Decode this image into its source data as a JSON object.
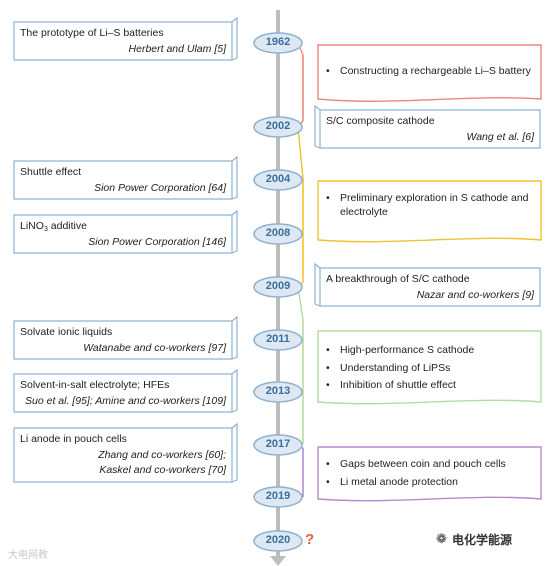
{
  "years": [
    "1962",
    "2002",
    "2004",
    "2008",
    "2009",
    "2011",
    "2013",
    "2017",
    "2019",
    "2020"
  ],
  "left_cards": [
    {
      "title": "The prototype of Li–S batteries",
      "cite": "Herbert and Ulam [5]"
    },
    {
      "title": "Shuttle effect",
      "cite": "Sion Power Corporation [64]"
    },
    {
      "title_pre": "LiNO",
      "title_sub": "3",
      "title_post": " additive",
      "cite": "Sion Power Corporation [146]"
    },
    {
      "title": "Solvate ionic liquids",
      "cite": "Watanabe and co-workers [97]"
    },
    {
      "title": "Solvent-in-salt electrolyte; HFEs",
      "cite": "Suo et al. [95]; Amine and co-workers [109]"
    },
    {
      "title": "Li anode in pouch cells",
      "cite1": "Zhang and co-workers [60];",
      "cite2": "Kaskel and co-workers [70]"
    }
  ],
  "right_cards": [
    {
      "title": "S/C composite cathode",
      "cite": "Wang et al. [6]"
    },
    {
      "title": "A breakthrough of S/C cathode",
      "cite": "Nazar and co-workers [9]"
    }
  ],
  "eras": [
    {
      "items": [
        "Constructing a rechargeable Li–S battery"
      ]
    },
    {
      "items": [
        "Preliminary exploration in S cathode and",
        "electrolyte"
      ]
    },
    {
      "items": [
        "High-performance S cathode",
        "Understanding of LiPSs",
        "Inhibition of shuttle effect"
      ]
    },
    {
      "items": [
        "Gaps between coin and pouch cells",
        "Li metal anode protection"
      ]
    }
  ],
  "question_mark": "?",
  "watermark_left": "大电网教",
  "watermark_right": "电化学能源",
  "colors": {
    "axis": "#b7b7b7",
    "year_bubble_fill": "#dde8f2",
    "year_bubble_stroke": "#8fb2d0",
    "card_border": "#8fb2d0",
    "era_red": "#f0877a",
    "era_yellow": "#f2c12e",
    "era_green": "#b5dca0",
    "era_purple": "#b28ad0"
  },
  "icons": [
    "wechat-icon",
    "card-fold-icon"
  ]
}
